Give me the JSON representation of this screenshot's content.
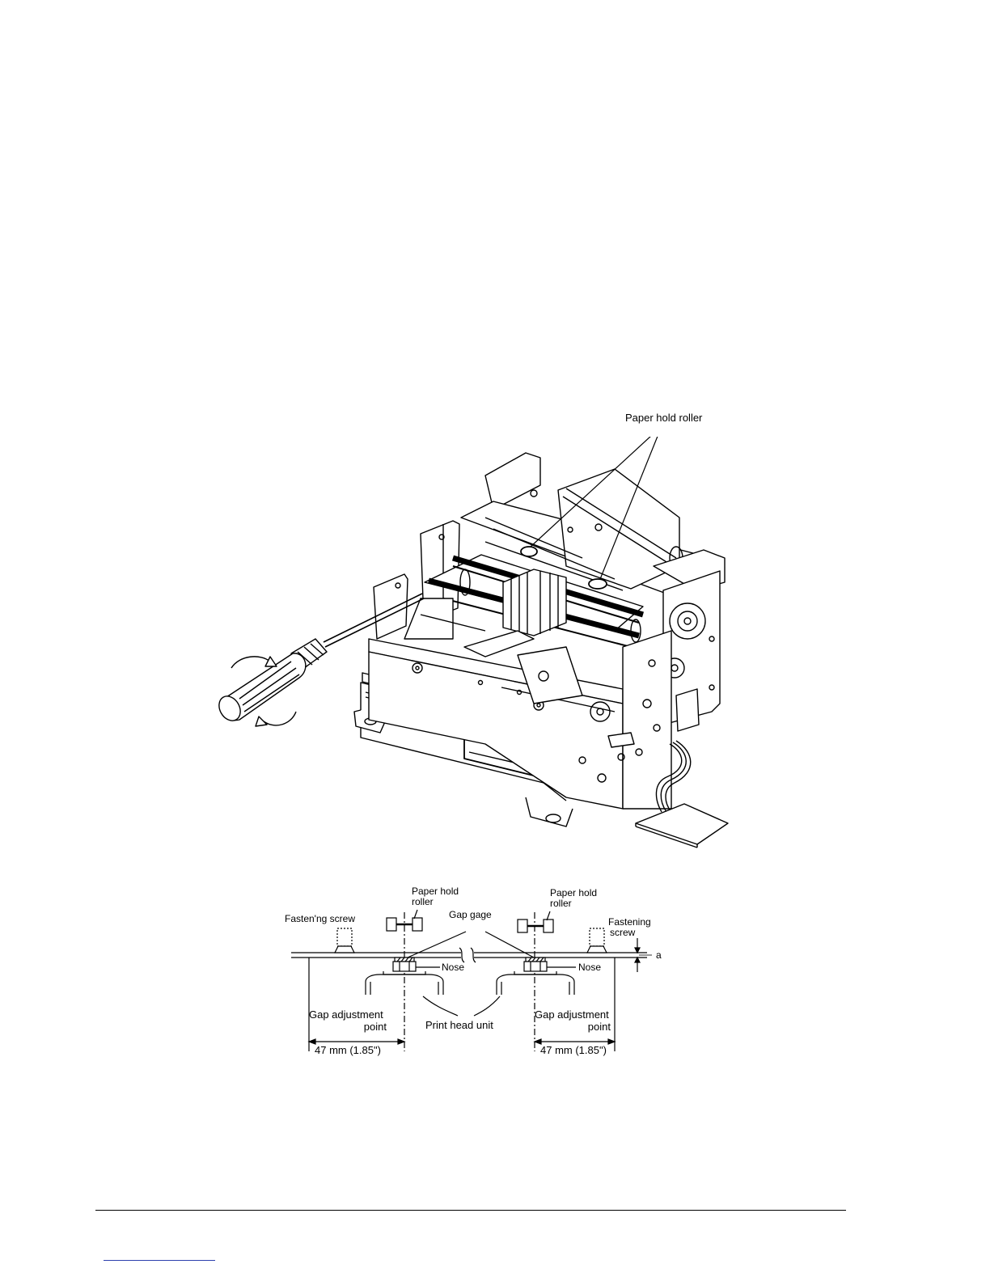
{
  "figure_top": {
    "callout": "Paper hold roller"
  },
  "figure_bottom": {
    "paper_hold_roller_left": [
      "Paper hold",
      "roller"
    ],
    "paper_hold_roller_right": [
      "Paper hold",
      "roller"
    ],
    "fastening_screw_left": "Fasten'ng screw",
    "fastening_screw_right": [
      "Fastening",
      "screw"
    ],
    "gap_gage": "Gap gage",
    "nose_left": "Nose",
    "nose_right": "Nose",
    "gap_dimension": "a",
    "gap_adjustment_left": [
      "Gap adjustment",
      "point"
    ],
    "gap_adjustment_right": [
      "Gap adjustment",
      "point"
    ],
    "print_head_unit": "Print head unit",
    "distance_left": "47 mm (1.85\")",
    "distance_right": "47 mm (1.85\")"
  },
  "colors": {
    "ink": "#000000",
    "footer_link": "#2c3fae"
  }
}
